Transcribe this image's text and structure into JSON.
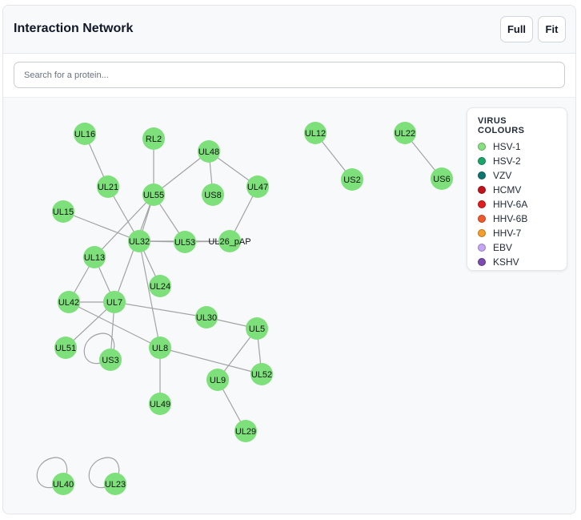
{
  "header": {
    "title": "Interaction Network",
    "full_label": "Full",
    "fit_label": "Fit"
  },
  "search": {
    "placeholder": "Search for a protein..."
  },
  "legend": {
    "title": "VIRUS COLOURS",
    "items": [
      {
        "label": "HSV-1",
        "color": "#86e07f"
      },
      {
        "label": "HSV-2",
        "color": "#1aa46a"
      },
      {
        "label": "VZV",
        "color": "#0f766e"
      },
      {
        "label": "HCMV",
        "color": "#c0151c"
      },
      {
        "label": "HHV-6A",
        "color": "#e11d1d"
      },
      {
        "label": "HHV-6B",
        "color": "#f0592a"
      },
      {
        "label": "HHV-7",
        "color": "#f59e2a"
      },
      {
        "label": "EBV",
        "color": "#c4a6f5"
      },
      {
        "label": "KSHV",
        "color": "#7b4bb0"
      }
    ]
  },
  "network": {
    "node_color": "#7ee07b",
    "nodes": [
      "UL16",
      "RL2",
      "UL48",
      "UL12",
      "UL22",
      "UL21",
      "UL55",
      "UL8",
      "UL47",
      "US2",
      "US6",
      "UL15",
      "UL32",
      "UL53",
      "UL26_pAP",
      "UL13",
      "UL24",
      "UL42",
      "UL7",
      "UL30",
      "UL5",
      "UL51",
      "US3",
      "UL8b",
      "UL9",
      "UL52",
      "UL49",
      "UL29",
      "UL40",
      "UL23"
    ],
    "labels": {
      "UL8b": "UL8",
      "UL8": "US8"
    },
    "edges": [
      [
        "UL16",
        "UL21"
      ],
      [
        "RL2",
        "UL55"
      ],
      [
        "UL48",
        "UL55"
      ],
      [
        "UL48",
        "UL8"
      ],
      [
        "UL48",
        "UL47"
      ],
      [
        "UL12",
        "US2"
      ],
      [
        "UL22",
        "US6"
      ],
      [
        "UL21",
        "UL32"
      ],
      [
        "UL55",
        "UL32"
      ],
      [
        "UL55",
        "UL53"
      ],
      [
        "UL55",
        "UL13"
      ],
      [
        "UL55",
        "UL7"
      ],
      [
        "UL15",
        "UL32"
      ],
      [
        "UL32",
        "UL53"
      ],
      [
        "UL53",
        "UL26_pAP"
      ],
      [
        "UL32",
        "UL26_pAP"
      ],
      [
        "UL47",
        "UL26_pAP"
      ],
      [
        "UL32",
        "UL24"
      ],
      [
        "UL32",
        "UL8b"
      ],
      [
        "UL13",
        "UL42"
      ],
      [
        "UL13",
        "UL7"
      ],
      [
        "UL42",
        "UL7"
      ],
      [
        "UL42",
        "UL8b"
      ],
      [
        "UL7",
        "UL30"
      ],
      [
        "UL7",
        "UL51"
      ],
      [
        "UL7",
        "US3"
      ],
      [
        "UL30",
        "UL5"
      ],
      [
        "UL5",
        "UL9"
      ],
      [
        "UL5",
        "UL52"
      ],
      [
        "UL8b",
        "UL52"
      ],
      [
        "UL8b",
        "UL49"
      ],
      [
        "UL9",
        "UL29"
      ]
    ],
    "self_loops": [
      "US3",
      "UL40",
      "UL23"
    ]
  }
}
